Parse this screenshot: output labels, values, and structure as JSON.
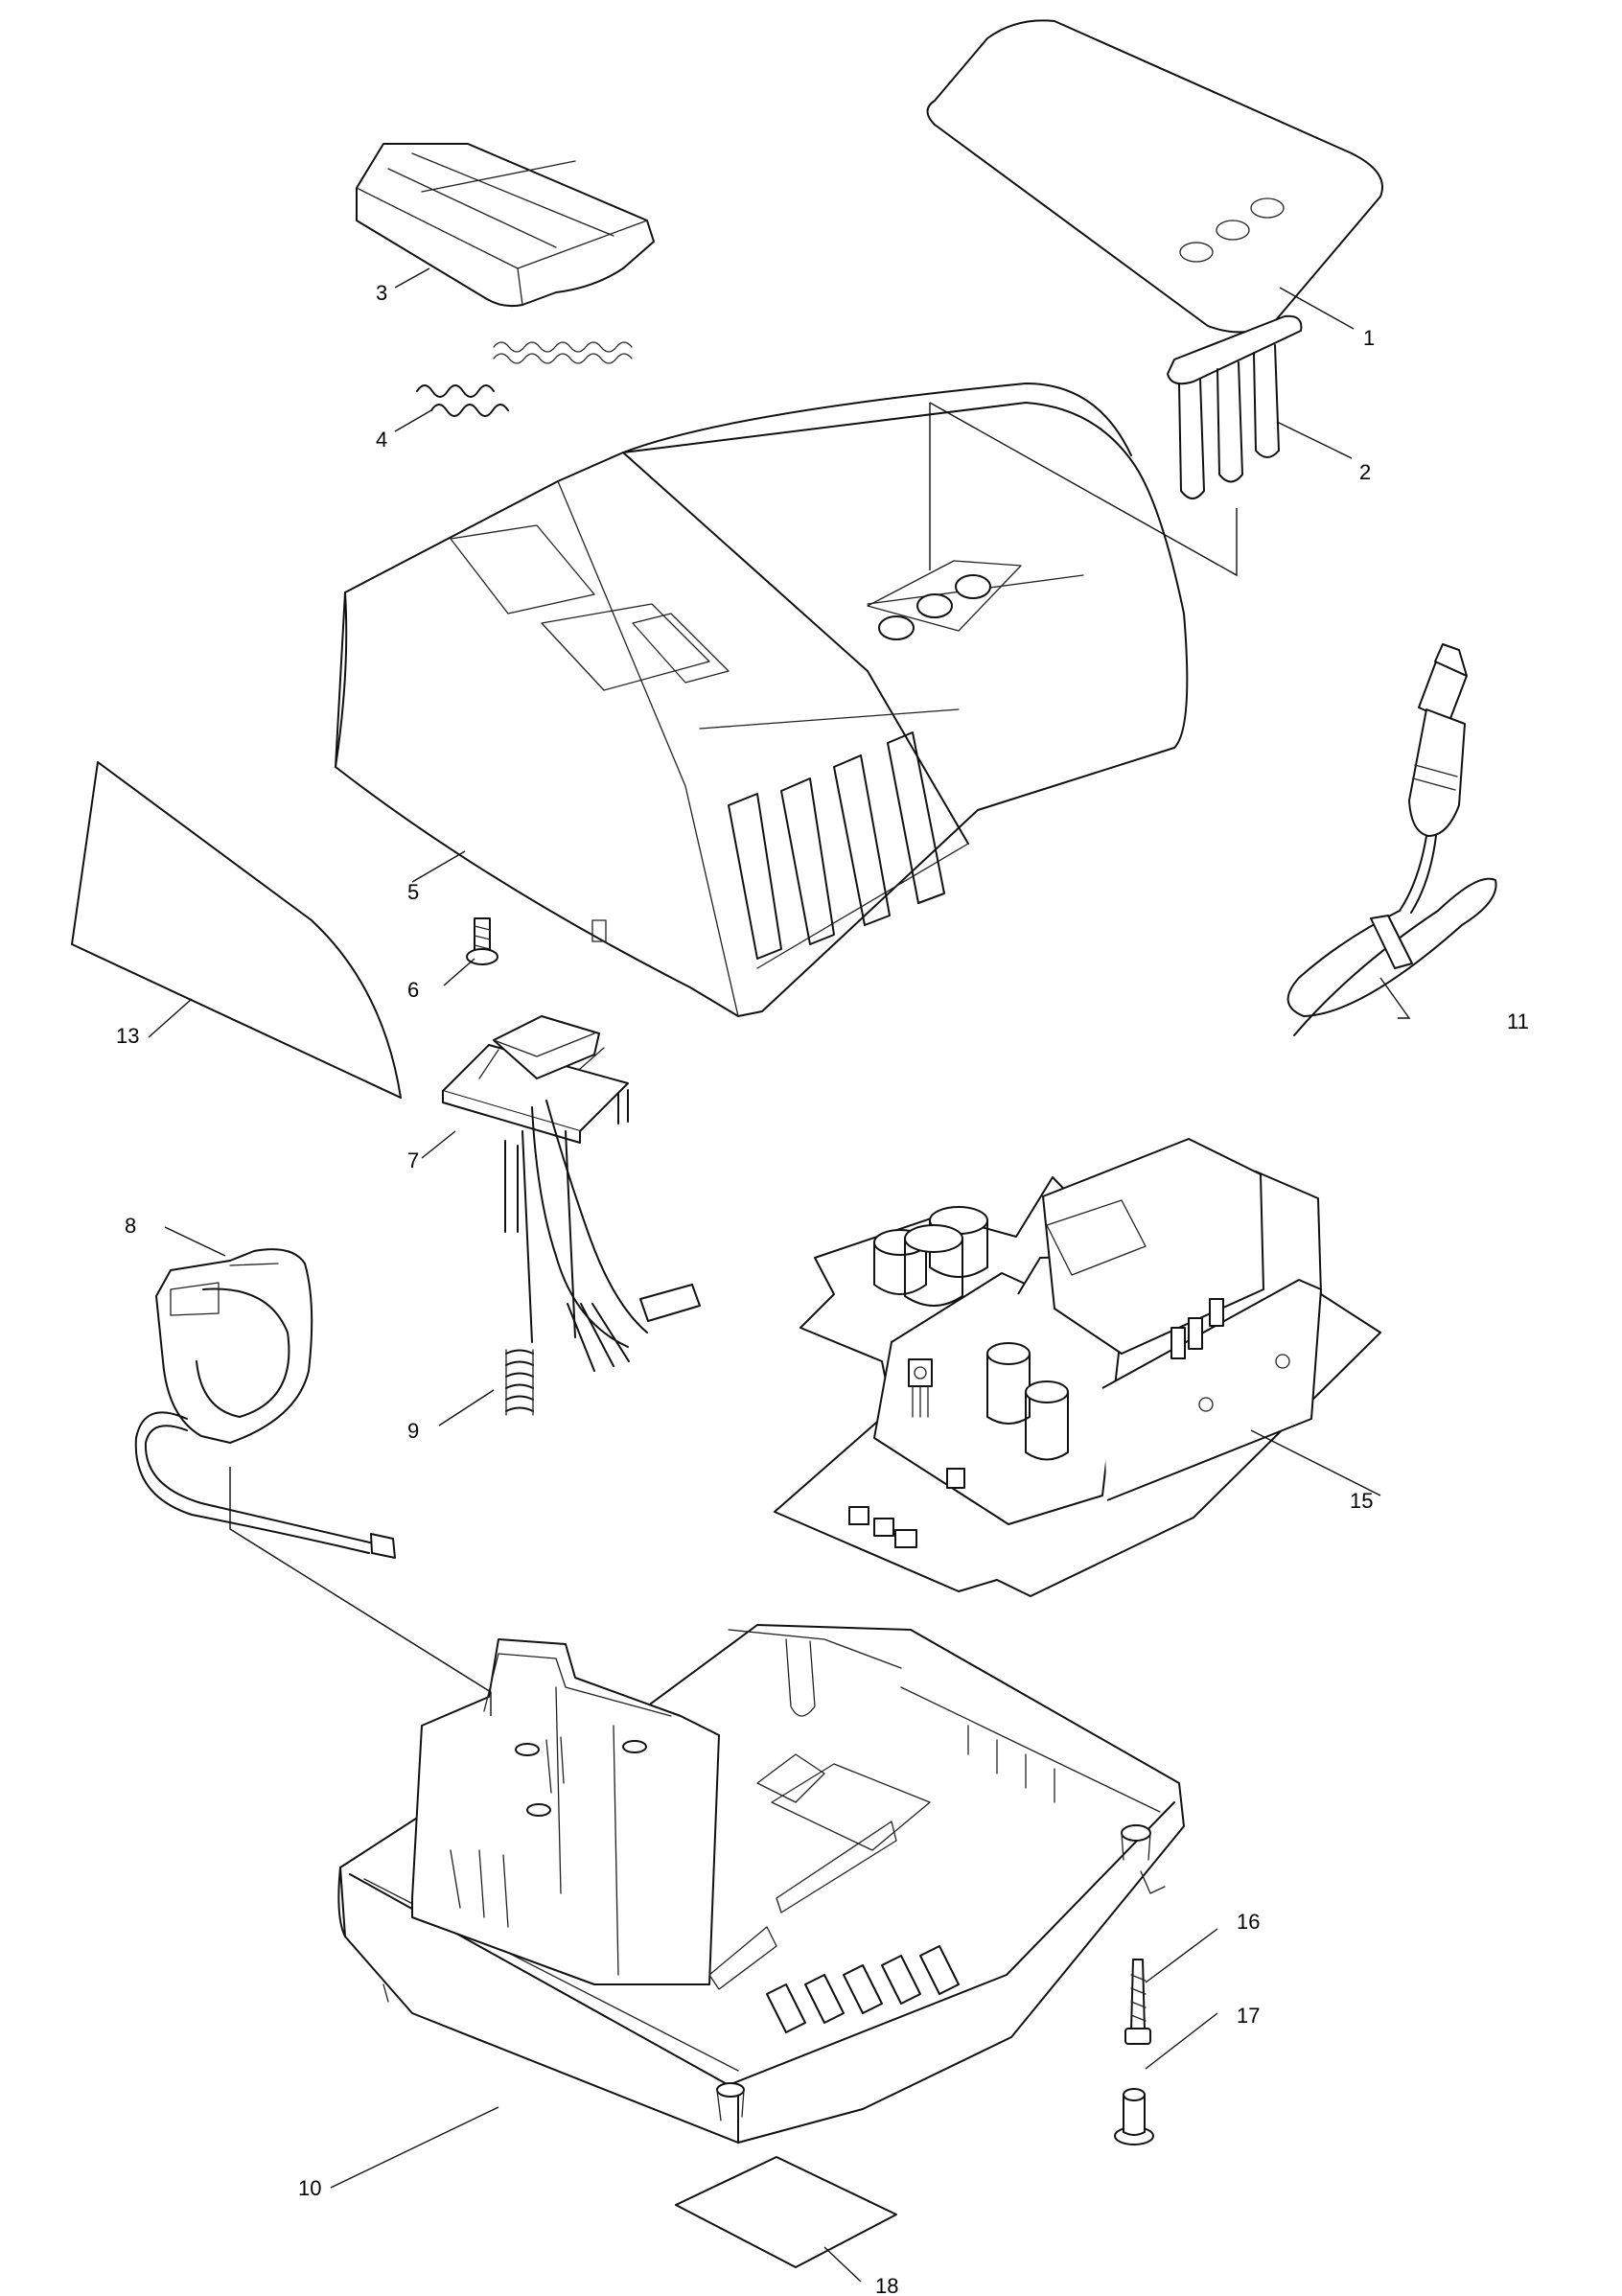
{
  "title": "",
  "callouts": [
    {
      "id": "1",
      "label": "1"
    },
    {
      "id": "2",
      "label": "2"
    },
    {
      "id": "3",
      "label": "3"
    },
    {
      "id": "4",
      "label": "4"
    },
    {
      "id": "5",
      "label": "5"
    },
    {
      "id": "6",
      "label": "6"
    },
    {
      "id": "7",
      "label": "7"
    },
    {
      "id": "8",
      "label": "8"
    },
    {
      "id": "9",
      "label": "9"
    },
    {
      "id": "10",
      "label": "10"
    },
    {
      "id": "11",
      "label": "11"
    },
    {
      "id": "13",
      "label": "13"
    },
    {
      "id": "15",
      "label": "15"
    },
    {
      "id": "16",
      "label": "16"
    },
    {
      "id": "17",
      "label": "17"
    },
    {
      "id": "18",
      "label": "18"
    }
  ]
}
